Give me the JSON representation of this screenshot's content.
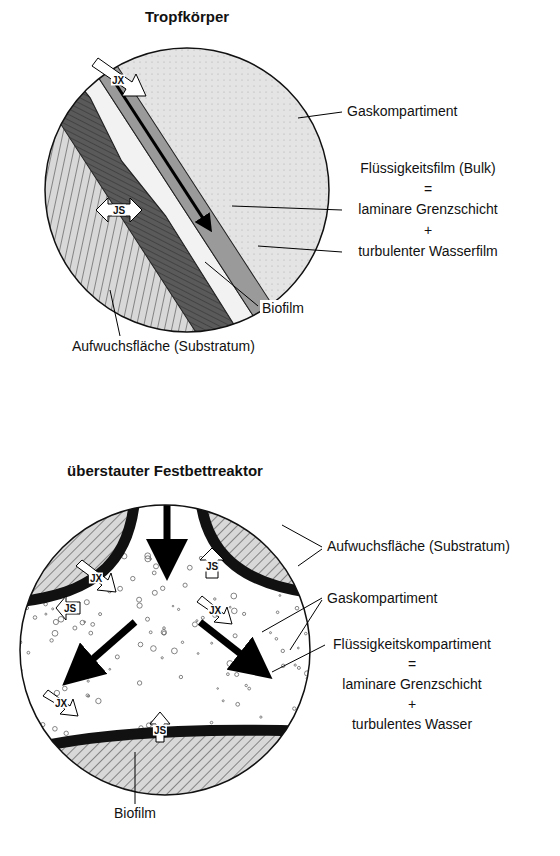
{
  "diagram": {
    "labels": [
      "Tropfkörper",
      "Gaskompartiment",
      "Flüssigkeitsfilm (Bulk)",
      "=",
      "laminare Grenzschicht",
      "+",
      "turbulenter Wasserfilm",
      "Biofilm",
      "Aufwuchsfläche (Substratum)",
      "JX",
      "JS",
      "überstauter Festbettreaktor",
      "Aufwuchsfläche (Substratum)",
      "Gaskompartiment",
      "Flüssigkeitskompartiment",
      "=",
      "laminare Grenzschicht",
      "+",
      "turbulentes Wasser",
      "Biofilm",
      "JX",
      "JS",
      "JS",
      "JX",
      "JX",
      "JS"
    ]
  }
}
